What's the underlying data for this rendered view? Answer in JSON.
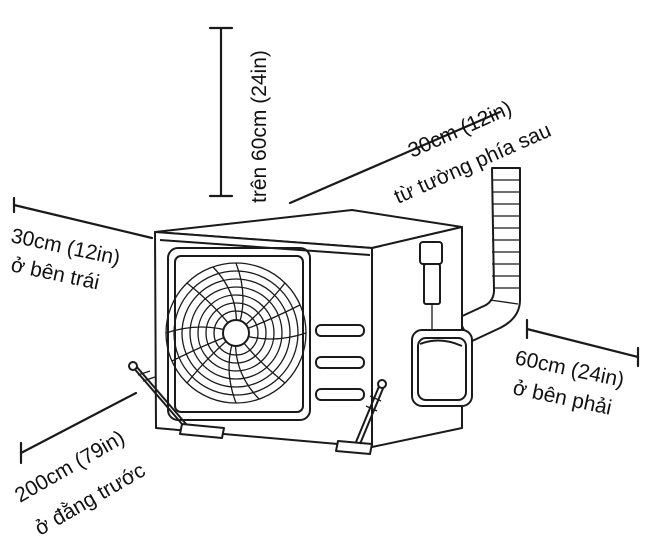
{
  "labels": {
    "top_line1": "trên 60cm (24in)",
    "back_line1": "30cm (12in)",
    "back_line2": "từ tường phía sau",
    "left_line1": "30cm (12in)",
    "left_line2": "ở bên trái",
    "right_line1": "60cm (24in)",
    "right_line2": "ở bên phải",
    "front_line1": "200cm (79in)",
    "front_line2": "ở đằng trước"
  }
}
